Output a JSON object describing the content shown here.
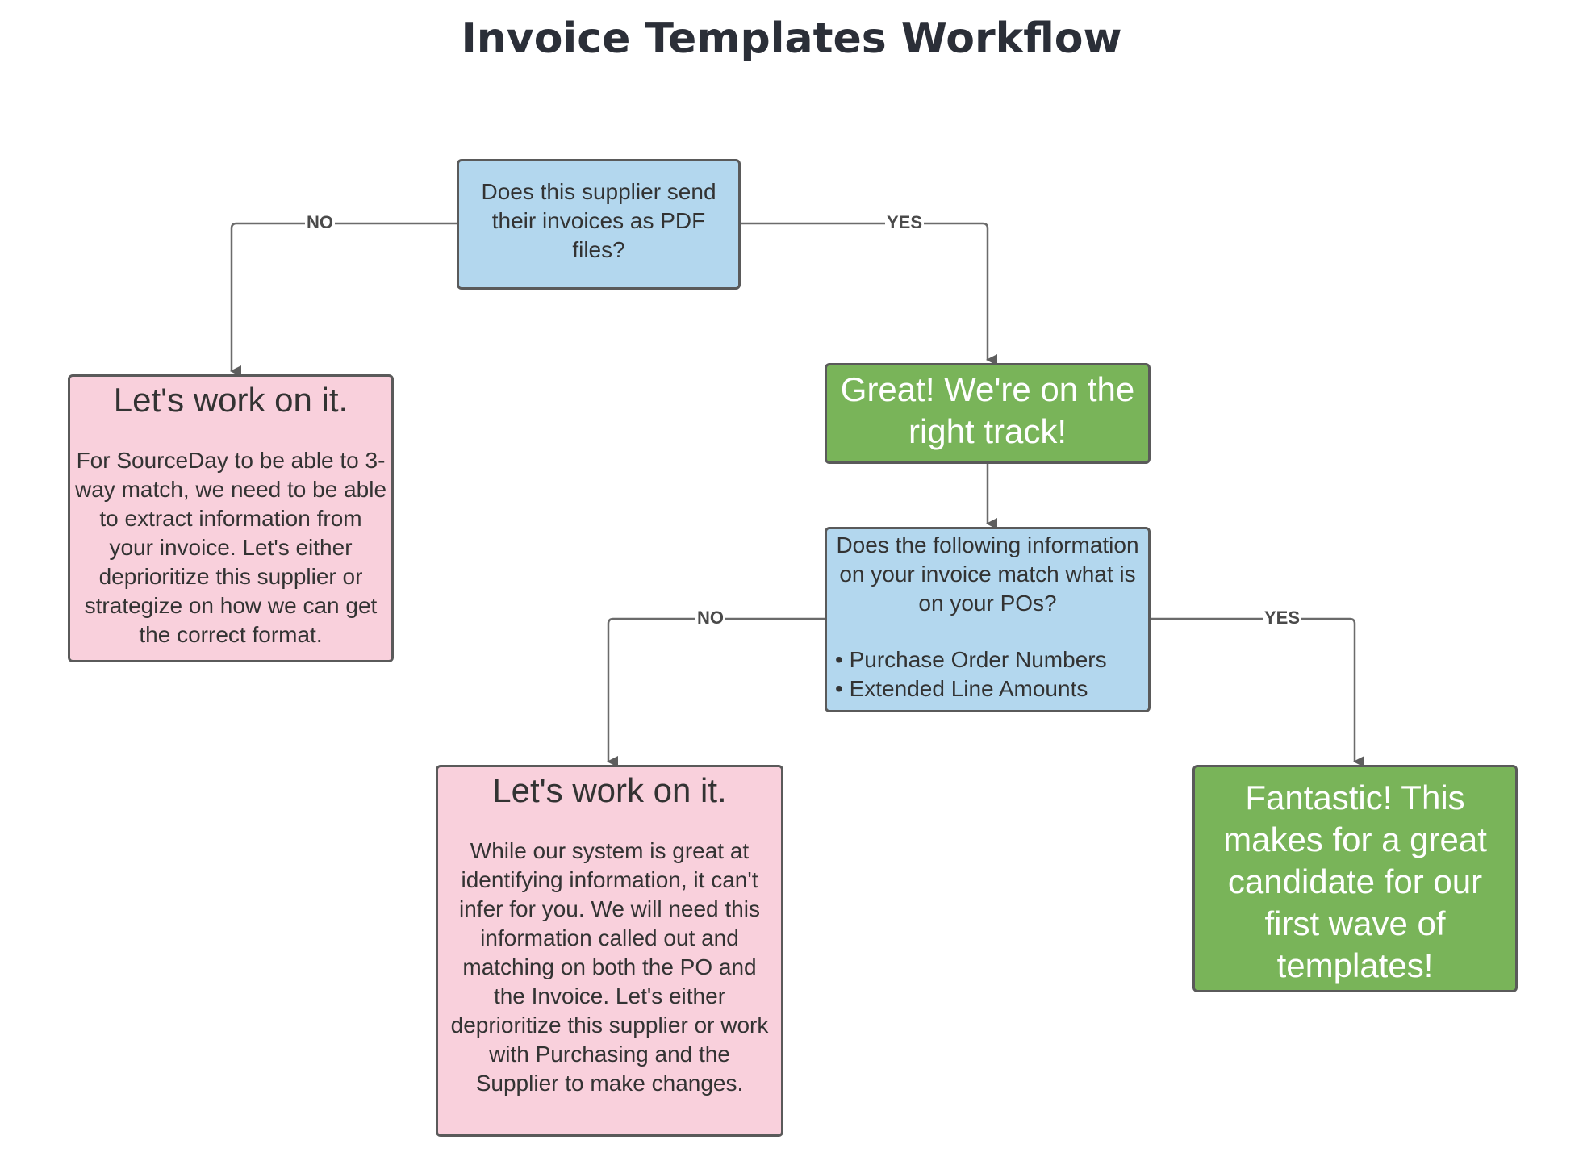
{
  "title": "Invoice Templates Workflow",
  "nodes": {
    "q1": {
      "text": "Does this supplier send their invoices as PDF files?"
    },
    "no1": {
      "heading": "Let's work on it.",
      "body": "For SourceDay to be able to 3-way match, we need to be able to extract information from your invoice. Let's either deprioritize this supplier or strategize on how we can get the correct format."
    },
    "great": {
      "text": "Great! We're on the right track!"
    },
    "q2": {
      "text": "Does the following information on your invoice match what is on your POs?",
      "bullets": [
        "Purchase Order Numbers",
        "Extended Line Amounts"
      ]
    },
    "no2": {
      "heading": "Let's work on it.",
      "body": "While our system is great at identifying information, it can't infer for you. We will need this information called out and matching on both the PO and the Invoice. Let's either deprioritize this supplier or work with Purchasing and the Supplier to make changes."
    },
    "fantastic": {
      "text": "Fantastic! This makes for a great candidate for our first wave of templates!"
    }
  },
  "edges": {
    "q1_no": "NO",
    "q1_yes": "YES",
    "q2_no": "NO",
    "q2_yes": "YES"
  },
  "colors": {
    "question": "#b3d7ee",
    "negative": "#f9d0dc",
    "positive": "#79b459",
    "connector": "#6b6b6b"
  }
}
